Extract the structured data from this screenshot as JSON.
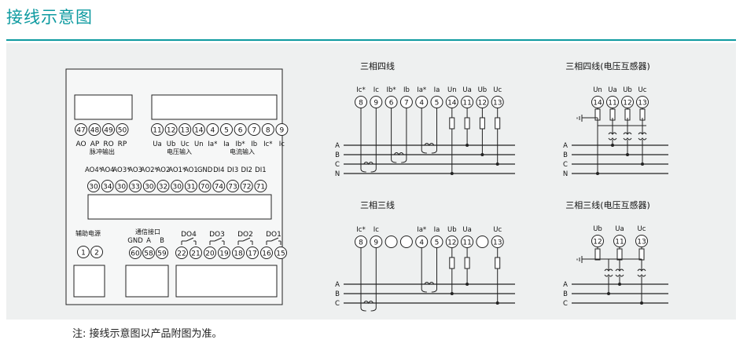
{
  "page": {
    "title": "接线示意图",
    "note": "注:  接线示意图以产品附图为准。"
  },
  "meter": {
    "pulse_terminals": [
      {
        "num": "47",
        "label": "AO"
      },
      {
        "num": "48",
        "label": "AP"
      },
      {
        "num": "49",
        "label": "RO"
      },
      {
        "num": "50",
        "label": "RP"
      }
    ],
    "pulse_caption": "脉冲输出",
    "top_terminals": [
      {
        "num": "11",
        "label": "Ua"
      },
      {
        "num": "12",
        "label": "Ub"
      },
      {
        "num": "13",
        "label": "Uc"
      },
      {
        "num": "14",
        "label": "Un"
      },
      {
        "num": "4",
        "label": "Ia*"
      },
      {
        "num": "5",
        "label": "Ia"
      },
      {
        "num": "6",
        "label": "Ib*"
      },
      {
        "num": "7",
        "label": "Ib"
      },
      {
        "num": "8",
        "label": "Ic*"
      },
      {
        "num": "9",
        "label": "Ic"
      }
    ],
    "voltage_caption": "电压输入",
    "current_caption": "电流输入",
    "mid_terminals": [
      {
        "num": "30",
        "label": "AO4*"
      },
      {
        "num": "34",
        "label": "AO4"
      },
      {
        "num": "30",
        "label": "AO3*"
      },
      {
        "num": "33",
        "label": "AO3"
      },
      {
        "num": "30",
        "label": "AO2*"
      },
      {
        "num": "32",
        "label": "AO2"
      },
      {
        "num": "30",
        "label": "AO1*"
      },
      {
        "num": "31",
        "label": "AO1"
      },
      {
        "num": "70",
        "label": "GND"
      },
      {
        "num": "74",
        "label": "DI4"
      },
      {
        "num": "73",
        "label": "DI3"
      },
      {
        "num": "72",
        "label": "DI2"
      },
      {
        "num": "71",
        "label": "DI1"
      }
    ],
    "aux_caption": "辅助电源",
    "aux_terminals": [
      "1",
      "2"
    ],
    "comm_caption": "通信接口",
    "comm_terminals": [
      {
        "num": "60",
        "label": "GND"
      },
      {
        "num": "58",
        "label": "A"
      },
      {
        "num": "59",
        "label": "B"
      }
    ],
    "do_terminals": [
      {
        "label": "DO4",
        "nums": [
          "22",
          "21"
        ]
      },
      {
        "label": "DO3",
        "nums": [
          "20",
          "19"
        ]
      },
      {
        "label": "DO2",
        "nums": [
          "18",
          "17"
        ]
      },
      {
        "label": "DO1",
        "nums": [
          "16",
          "15"
        ]
      }
    ]
  },
  "wiring": [
    {
      "title": "三相四线",
      "terminals": [
        {
          "num": "8",
          "label": "Ic*"
        },
        {
          "num": "9",
          "label": "Ic"
        },
        {
          "num": "6",
          "label": "Ib*"
        },
        {
          "num": "7",
          "label": "Ib"
        },
        {
          "num": "4",
          "label": "Ia*"
        },
        {
          "num": "5",
          "label": "Ia"
        },
        {
          "num": "14",
          "label": "Un"
        },
        {
          "num": "11",
          "label": "Ua"
        },
        {
          "num": "12",
          "label": "Ub"
        },
        {
          "num": "13",
          "label": "Uc"
        }
      ],
      "lines": [
        "A",
        "B",
        "C",
        "N"
      ]
    },
    {
      "title": "三相四线(电压互感器)",
      "terminals": [
        {
          "num": "14",
          "label": "Un"
        },
        {
          "num": "11",
          "label": "Ua"
        },
        {
          "num": "12",
          "label": "Ub"
        },
        {
          "num": "13",
          "label": "Uc"
        }
      ],
      "lines": [
        "A",
        "B",
        "C",
        "N"
      ]
    },
    {
      "title": "三相三线",
      "terminals": [
        {
          "num": "8",
          "label": "Ic*"
        },
        {
          "num": "9",
          "label": "Ic"
        },
        {
          "num": "",
          "label": ""
        },
        {
          "num": "",
          "label": ""
        },
        {
          "num": "4",
          "label": "Ia*"
        },
        {
          "num": "5",
          "label": "Ia"
        },
        {
          "num": "12",
          "label": "Ub"
        },
        {
          "num": "11",
          "label": "Ua"
        },
        {
          "num": "",
          "label": ""
        },
        {
          "num": "13",
          "label": "Uc"
        }
      ],
      "lines": [
        "A",
        "B",
        "C"
      ]
    },
    {
      "title": "三相三线(电压互感器)",
      "terminals": [
        {
          "num": "12",
          "label": "Ub"
        },
        {
          "num": "11",
          "label": "Ua"
        },
        {
          "num": "13",
          "label": "Uc"
        }
      ],
      "lines": [
        "A",
        "B",
        "C"
      ]
    }
  ],
  "colors": {
    "accent": "#0d9aa0",
    "panel": "#eef0f0",
    "line": "#222222"
  }
}
